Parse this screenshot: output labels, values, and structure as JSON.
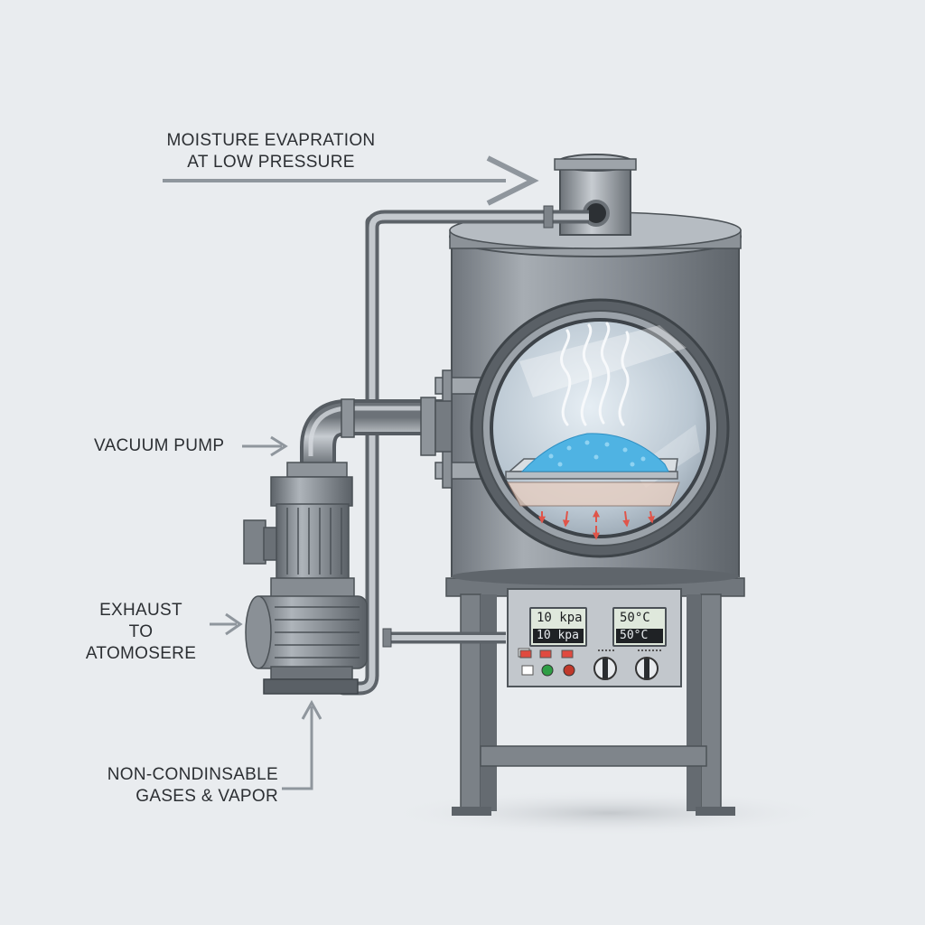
{
  "labels": {
    "moisture_line1": "MOISTURE EVAPRATION",
    "moisture_line2": "AT LOW PRESSURE",
    "vacuum_pump": "VACUUM PUMP",
    "exhaust_line1": "EXHAUST",
    "exhaust_line2": "TO",
    "exhaust_line3": "ATOMOSERE",
    "gases_line1": "NON-CONDINSABLE",
    "gases_line2": "GASES & VAPOR"
  },
  "control_panel": {
    "pressure_display_top": "10 kpa",
    "pressure_display_bottom": "10 kpa",
    "temperature_display_top": "50°C",
    "temperature_display_bottom": "50°C"
  },
  "colors": {
    "background": "#e9ecef",
    "steel": "#8a9097",
    "arrow": "#8f969d",
    "granules": "#4fb3e3",
    "heat_arrows": "#e0554a",
    "indicator_green": "#2e9e45",
    "indicator_red": "#c0392b"
  }
}
